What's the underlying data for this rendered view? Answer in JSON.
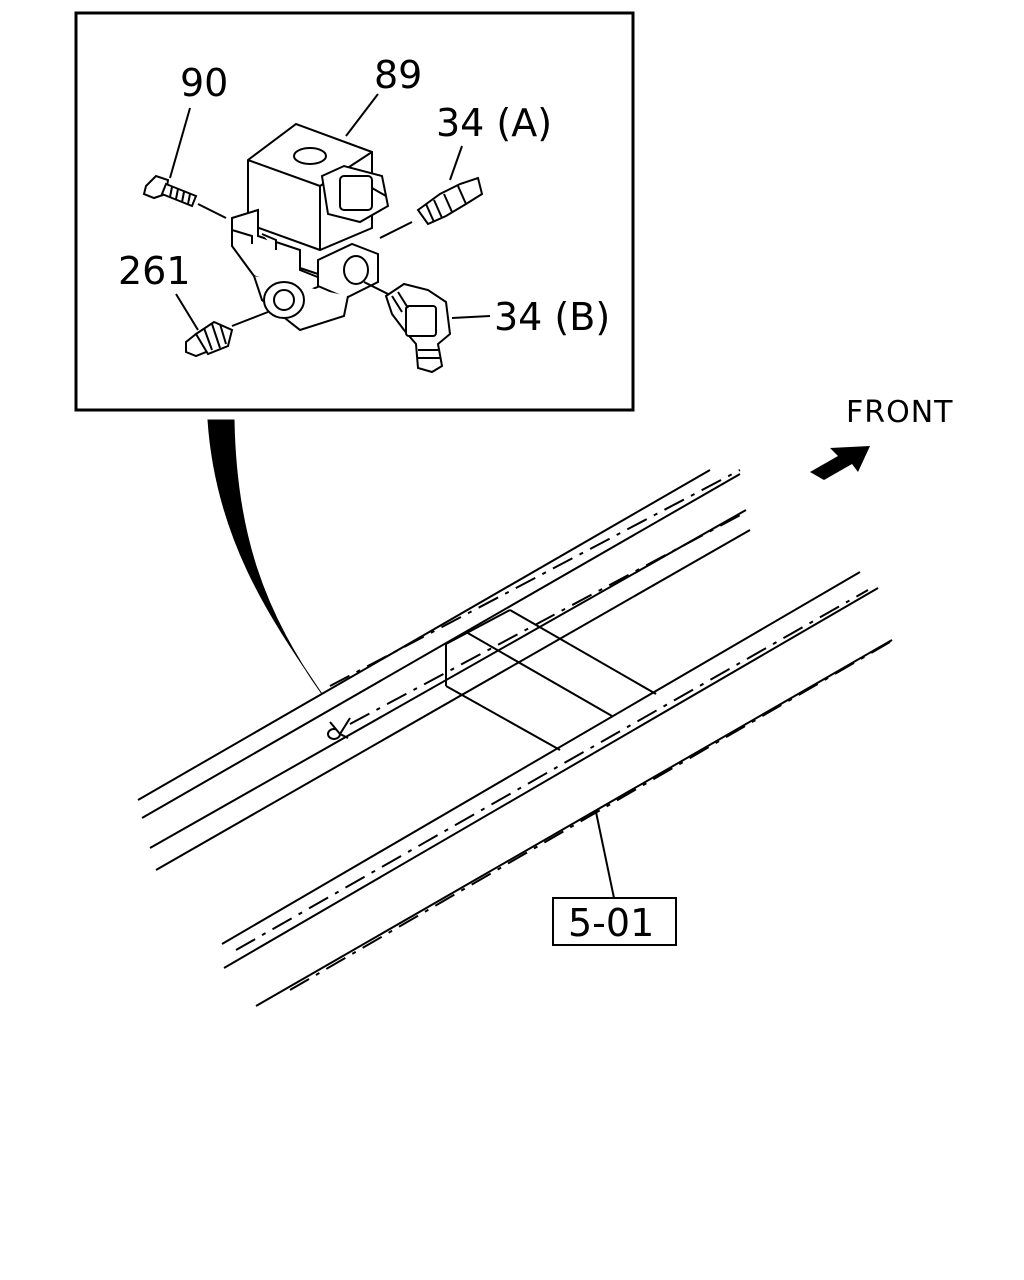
{
  "diagram": {
    "callouts": {
      "part_90": "90",
      "part_89": "89",
      "part_34a": "34 (A)",
      "part_261": "261",
      "part_34b": "34 (B)"
    },
    "direction_label": "FRONT",
    "reference_code": "5-01",
    "icons": [
      "front-arrow-icon",
      "mounting-bolt-marker-icon"
    ],
    "colors": {
      "line": "#000000",
      "background": "#ffffff"
    }
  }
}
